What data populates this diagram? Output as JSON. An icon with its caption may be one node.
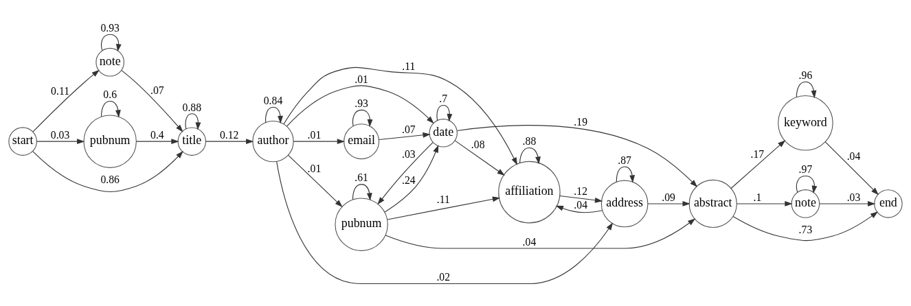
{
  "diagram": {
    "nodes": [
      {
        "text": [
          "start"
        ]
      },
      {
        "text": [
          "note"
        ]
      },
      {
        "text": [
          "pubnum"
        ]
      },
      {
        "text": [
          "title"
        ]
      },
      {
        "text": [
          "author"
        ]
      },
      {
        "text": [
          "pubnum"
        ]
      },
      {
        "text": [
          "date"
        ]
      },
      {
        "text": [
          "email"
        ]
      },
      {
        "text": [
          "address"
        ]
      },
      {
        "text": [
          "affiliation"
        ]
      },
      {
        "text": [
          "abstract"
        ]
      },
      {
        "text": [
          "keyword"
        ]
      },
      {
        "text": [
          "note"
        ]
      },
      {
        "text": [
          "end"
        ]
      }
    ],
    "edges": [
      {
        "from": 0,
        "to": 1,
        "arrow": "to",
        "label": "0.11"
      },
      {
        "from": 0,
        "to": 3,
        "arrow": "to",
        "label": "0.86"
      },
      {
        "from": 0,
        "to": 2,
        "arrow": "to",
        "label": "0.03"
      },
      {
        "from": 1,
        "to": 1,
        "arrow": "to",
        "label": "0.93"
      },
      {
        "from": 1,
        "to": 3,
        "arrow": "to",
        "label": ".07"
      },
      {
        "from": 2,
        "to": 2,
        "arrow": "to",
        "label": "0.6"
      },
      {
        "from": 2,
        "to": 3,
        "arrow": "to",
        "label": "0.4"
      },
      {
        "from": 3,
        "to": 3,
        "arrow": "to",
        "label": "0.88"
      },
      {
        "from": 3,
        "to": 4,
        "arrow": "to",
        "label": "0.12"
      },
      {
        "from": 4,
        "to": 4,
        "arrow": "to",
        "label": "0.84"
      },
      {
        "from": 4,
        "to": 8,
        "arrow": "to",
        "label": ".02"
      },
      {
        "from": 4,
        "to": 5,
        "arrow": "to",
        "label": ".01"
      },
      {
        "from": 4,
        "to": 6,
        "arrow": "to",
        "label": ".01"
      },
      {
        "from": 4,
        "to": 7,
        "arrow": "to",
        "label": ".01"
      },
      {
        "from": 4,
        "to": 9,
        "arrow": "to",
        "label": ".11"
      },
      {
        "from": 5,
        "to": 5,
        "arrow": "to",
        "label": ".61"
      },
      {
        "from": 5,
        "to": 10,
        "arrow": "to",
        "label": ".04"
      },
      {
        "from": 5,
        "to": 6,
        "arrow": "to",
        "label": ".24"
      },
      {
        "from": 5,
        "to": 9,
        "arrow": "to",
        "label": ".11"
      },
      {
        "from": 6,
        "to": 5,
        "arrow": "to",
        "label": ".03"
      },
      {
        "from": 6,
        "to": 6,
        "arrow": "to",
        "label": ".7"
      },
      {
        "from": 6,
        "to": 10,
        "arrow": "to",
        "label": ".19"
      },
      {
        "from": 6,
        "to": 9,
        "arrow": "to",
        "label": ".08"
      },
      {
        "from": 7,
        "to": 7,
        "arrow": "to",
        "label": ".93"
      },
      {
        "from": 7,
        "to": 6,
        "arrow": "to",
        "label": ".07"
      },
      {
        "from": 8,
        "to": 8,
        "arrow": "to",
        "label": ".87"
      },
      {
        "from": 8,
        "to": 9,
        "arrow": "to",
        "label": ".04"
      },
      {
        "from": 8,
        "to": 10,
        "arrow": "to",
        "label": ".09"
      },
      {
        "from": 9,
        "to": 9,
        "arrow": "to",
        "label": ".88"
      },
      {
        "from": 9,
        "to": 8,
        "arrow": "to",
        "label": ".12"
      },
      {
        "from": 10,
        "to": 11,
        "arrow": "to",
        "label": ".17"
      },
      {
        "from": 10,
        "to": 13,
        "arrow": "to",
        "label": ".73"
      },
      {
        "from": 10,
        "to": 12,
        "arrow": "to",
        "label": ".1"
      },
      {
        "from": 11,
        "to": 11,
        "arrow": "to",
        "label": ".96"
      },
      {
        "from": 11,
        "to": 13,
        "arrow": "to",
        "label": ".04"
      },
      {
        "from": 12,
        "to": 12,
        "arrow": "to",
        "label": ".97"
      },
      {
        "from": 12,
        "to": 13,
        "arrow": "to",
        "label": ".03"
      }
    ]
  }
}
